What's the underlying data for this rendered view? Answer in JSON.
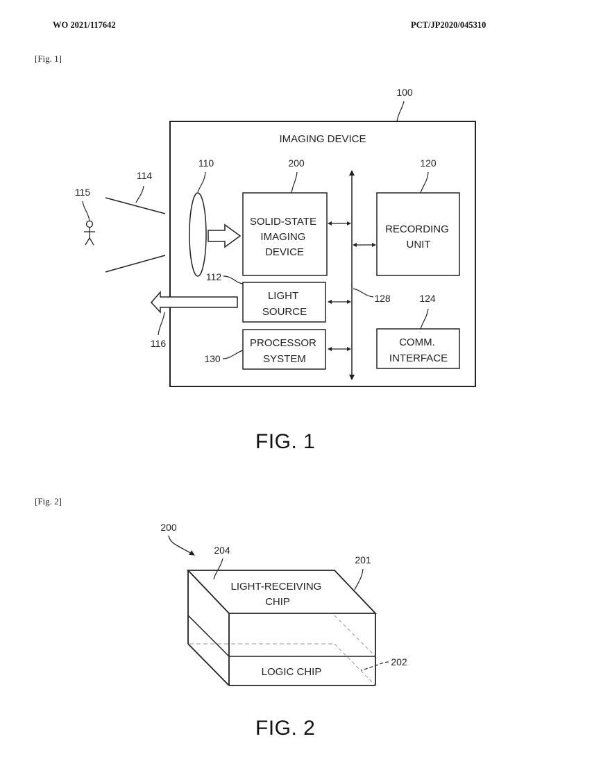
{
  "header": {
    "publication_number": "WO 2021/117642",
    "application_number": "PCT/JP2020/045310"
  },
  "figure1": {
    "tag": "[Fig. 1]",
    "caption": "FIG. 1",
    "device_title": "IMAGING DEVICE",
    "refs": {
      "device": "100",
      "lens": "110",
      "light_source": "112",
      "incident_light": "114",
      "subject": "115",
      "emitted_light": "116",
      "recording_unit": "120",
      "comm_interface": "124",
      "bus": "128",
      "processor_system": "130",
      "solid_state_imaging": "200"
    },
    "blocks": {
      "solid_state": [
        "SOLID-STATE",
        "IMAGING",
        "DEVICE"
      ],
      "light_source": [
        "LIGHT",
        "SOURCE"
      ],
      "processor": [
        "PROCESSOR",
        "SYSTEM"
      ],
      "recording": [
        "RECORDING",
        "UNIT"
      ],
      "comm": [
        "COMM.",
        "INTERFACE"
      ]
    }
  },
  "figure2": {
    "tag": "[Fig. 2]",
    "caption": "FIG. 2",
    "refs": {
      "device": "200",
      "top_surface": "204",
      "light_receiving_chip": "201",
      "logic_chip": "202"
    },
    "chips": {
      "top": [
        "LIGHT-RECEIVING",
        "CHIP"
      ],
      "bottom": "LOGIC CHIP"
    }
  }
}
